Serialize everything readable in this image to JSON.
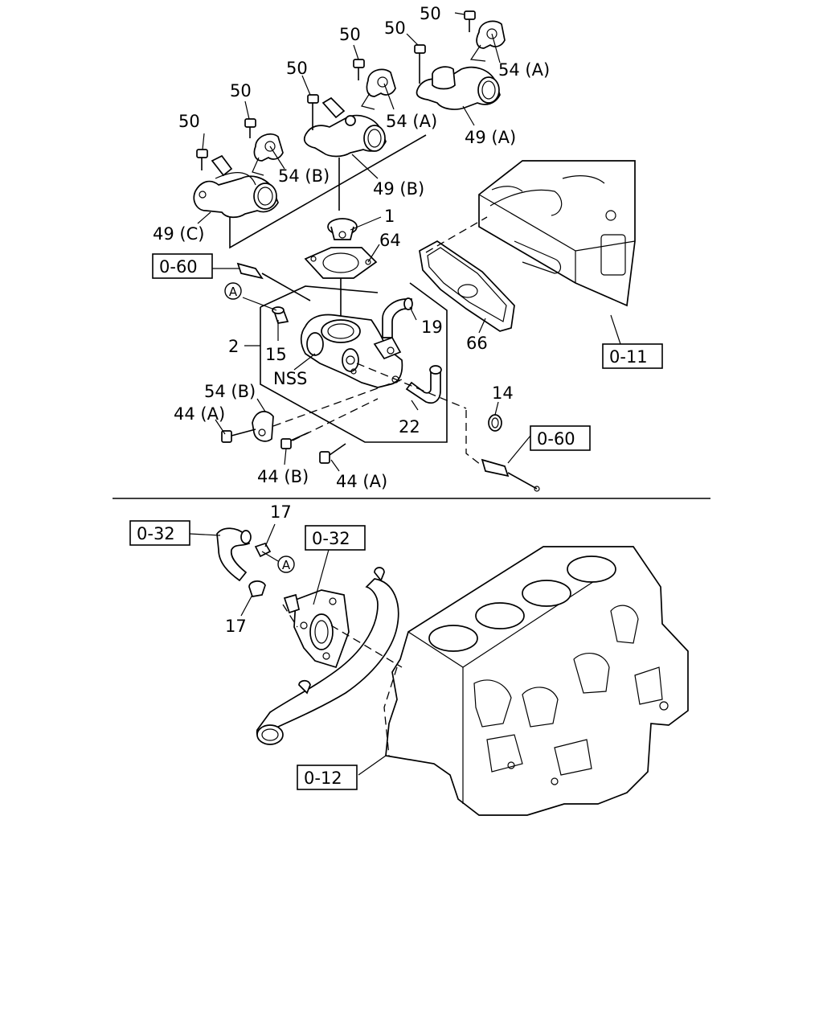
{
  "callouts": {
    "c50_1": "50",
    "c50_2": "50",
    "c50_3": "50",
    "c50_4": "50",
    "c50_5": "50",
    "c50_6": "50",
    "c54a_1": "54 (A)",
    "c54a_2": "54 (A)",
    "c54b_1": "54 (B)",
    "c54b_2": "54 (B)",
    "c49a": "49 (A)",
    "c49b": "49 (B)",
    "c49c": "49 (C)",
    "c1": "1",
    "c64": "64",
    "c66": "66",
    "c19": "19",
    "c2": "2",
    "c15": "15",
    "nss": "NSS",
    "c22": "22",
    "c14": "14",
    "c44a_1": "44 (A)",
    "c44a_2": "44 (A)",
    "c44b": "44 (B)",
    "c17_1": "17",
    "c17_2": "17",
    "circle_a_1": "A",
    "circle_a_2": "A"
  },
  "references": {
    "r060_1": "0-60",
    "r060_2": "0-60",
    "r011": "0-11",
    "r012": "0-12",
    "r032_1": "0-32",
    "r032_2": "0-32"
  }
}
